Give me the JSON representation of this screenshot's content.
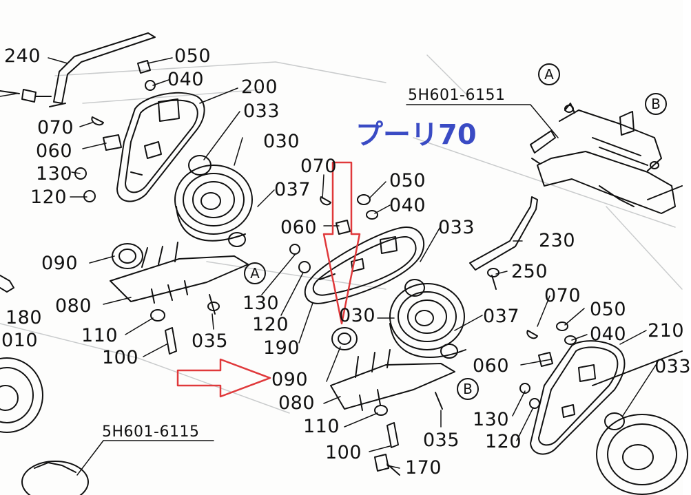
{
  "annotation": {
    "text": "プーリ70",
    "color": "#3a4bc4",
    "arrow_color": "#e0393b"
  },
  "reference_codes": [
    "5H601-6151",
    "5H601-6115"
  ],
  "section_markers": [
    "A",
    "B"
  ],
  "part_labels": [
    "240",
    "050",
    "040",
    "200",
    "033",
    "030",
    "037",
    "070",
    "060",
    "130",
    "120",
    "090",
    "080",
    "110",
    "100",
    "035",
    "190",
    "180",
    "010",
    "070",
    "050",
    "040",
    "060",
    "033",
    "230",
    "250",
    "130",
    "120",
    "030",
    "037",
    "070",
    "050",
    "040",
    "210",
    "033",
    "060",
    "130",
    "120",
    "090",
    "080",
    "110",
    "100",
    "170",
    "035"
  ],
  "colors": {
    "ink": "#111111",
    "background": "#fdfdfc",
    "faded_ink": "#c9cbcc"
  }
}
